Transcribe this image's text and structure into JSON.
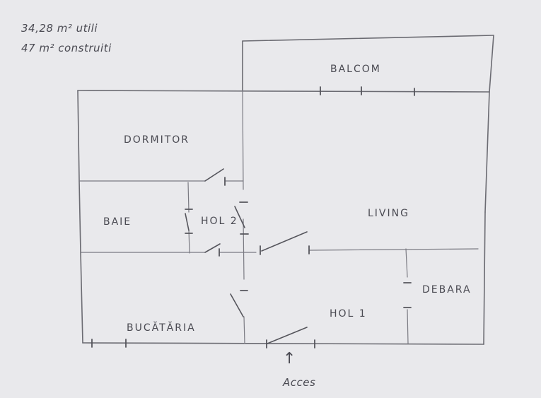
{
  "notes": {
    "line1": "34,28 m² utili",
    "line2": "47 m² construiti"
  },
  "rooms": {
    "balcon": "BALCOM",
    "dormitor": "DORMITOR",
    "baie": "BAIE",
    "hol2": "HOL 2",
    "living": "LIVING",
    "debara": "DEBARA",
    "hol1": "HOL 1",
    "bucataria": "BUCĂTĂRIA"
  },
  "entrance": {
    "label": "Acces",
    "arrow": "↑"
  },
  "colors": {
    "paper": "#e9e9ec",
    "pencil": "#6b6b72"
  }
}
